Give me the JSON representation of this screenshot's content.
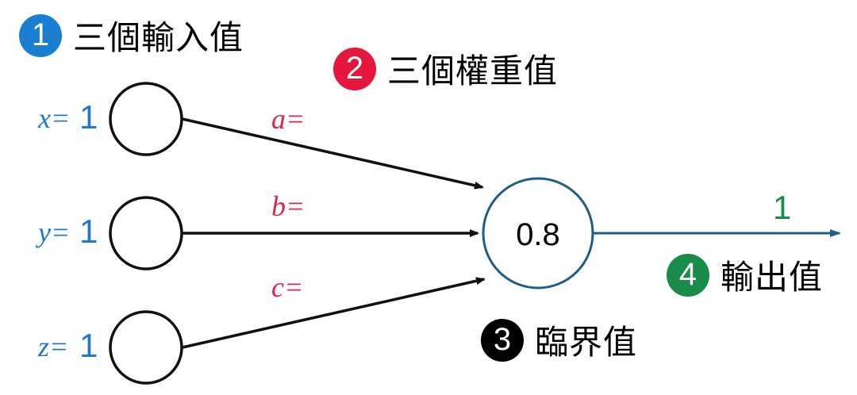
{
  "labels": {
    "inputs": {
      "number": "1",
      "text": "三個輸入值",
      "color": "#1a7fd0"
    },
    "weights": {
      "number": "2",
      "text": "三個權重值",
      "color": "#e5173f"
    },
    "threshold": {
      "number": "3",
      "text": "臨界值",
      "color": "#000000"
    },
    "output": {
      "number": "4",
      "text": "輸出值",
      "color": "#1a8c4a"
    }
  },
  "inputs": [
    {
      "var": "x=",
      "value": "1"
    },
    {
      "var": "y=",
      "value": "1"
    },
    {
      "var": "z=",
      "value": "1"
    }
  ],
  "weights": [
    "a=",
    "b=",
    "c="
  ],
  "neuron": {
    "threshold_value": "0.8"
  },
  "output_value": "1",
  "colors": {
    "input_text": "#1f78c8",
    "weight_text": "#e0254a",
    "neuron_stroke": "#1f5f86",
    "output_text": "#1a8c4a",
    "edge": "#111111"
  }
}
